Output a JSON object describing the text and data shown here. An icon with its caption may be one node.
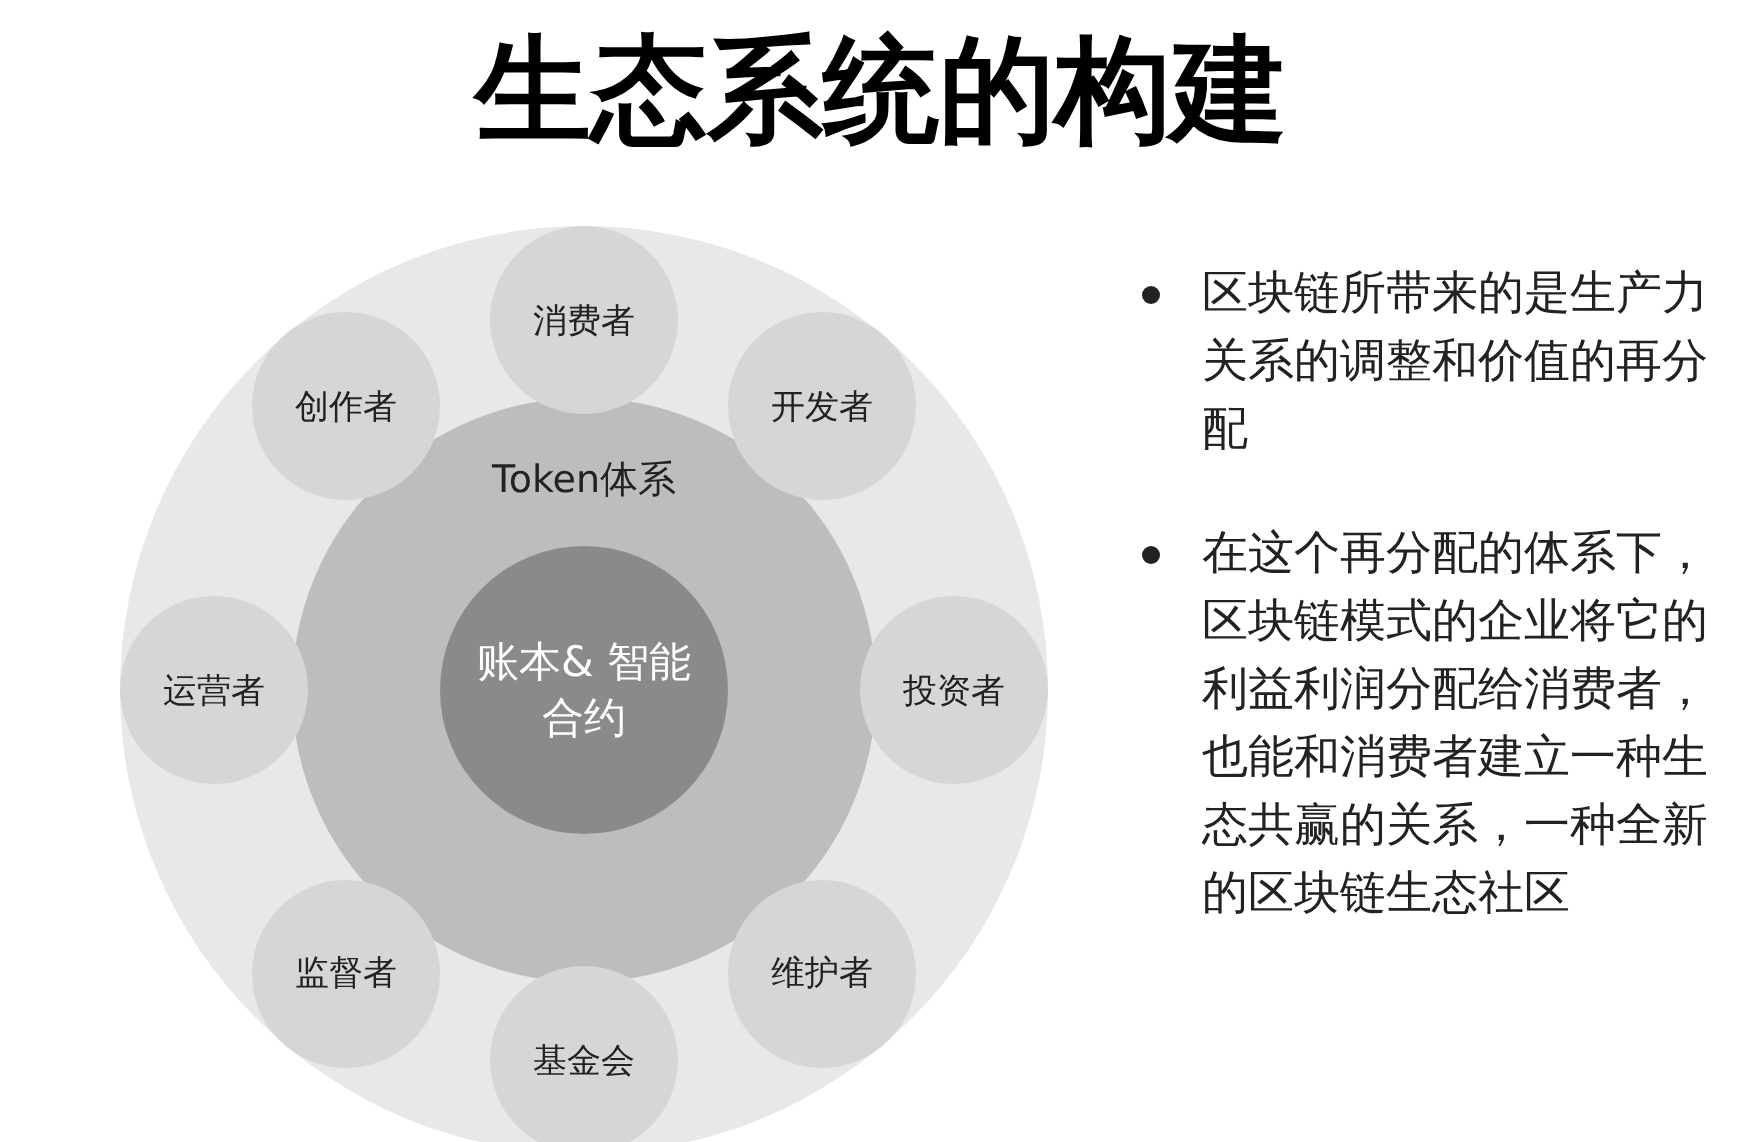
{
  "diagram": {
    "title": "生态系统的构建",
    "nodes": [
      {
        "text": [],
        "shape": "circle"
      },
      {
        "text": [
          "Token体系"
        ],
        "in": 0
      },
      {
        "text": [
          "账本& 智能合约"
        ],
        "in": 1
      },
      {
        "text": [
          "消费者"
        ],
        "in": 0
      },
      {
        "text": [
          "开发者"
        ],
        "in": 0
      },
      {
        "text": [
          "投资者"
        ],
        "in": 0
      },
      {
        "text": [
          "维护者"
        ],
        "in": 0
      },
      {
        "text": [
          "基金会"
        ],
        "in": 0
      },
      {
        "text": [
          "监督者"
        ],
        "in": 0
      },
      {
        "text": [
          "运营者"
        ],
        "in": 0
      },
      {
        "text": [
          "创作者"
        ],
        "in": 0
      }
    ],
    "labels": [
      "区块链所带来的是生产力关系的调整和价值的再分配",
      "在这个再分配的体系下，区块链模式的企业将它的利益利润分配给消费者，也能和消费者建立一种生态共赢的关系，一种全新的区块链生态社区"
    ]
  }
}
